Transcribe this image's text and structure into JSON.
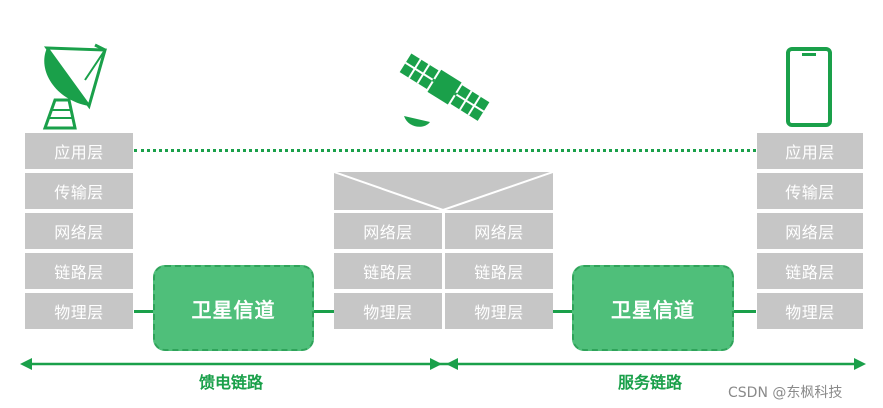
{
  "stacks": {
    "left": [
      "应用层",
      "传输层",
      "网络层",
      "链路层",
      "物理层"
    ],
    "relay_left": [
      "网络层",
      "链路层",
      "物理层"
    ],
    "relay_right": [
      "网络层",
      "链路层",
      "物理层"
    ],
    "right": [
      "应用层",
      "传输层",
      "网络层",
      "链路层",
      "物理层"
    ]
  },
  "channels": {
    "left_label": "卫星信道",
    "right_label": "卫星信道"
  },
  "links": {
    "feeder_label": "馈电链路",
    "service_label": "服务链路"
  },
  "watermark": "CSDN @东枫科技",
  "icons": {
    "left": "satellite-dish-icon",
    "center": "satellite-icon",
    "right": "mobile-phone-icon"
  },
  "colors": {
    "green": "#1aa04a",
    "channel_fill": "#4fbf7a",
    "layer_gray": "#c6c6c6"
  }
}
